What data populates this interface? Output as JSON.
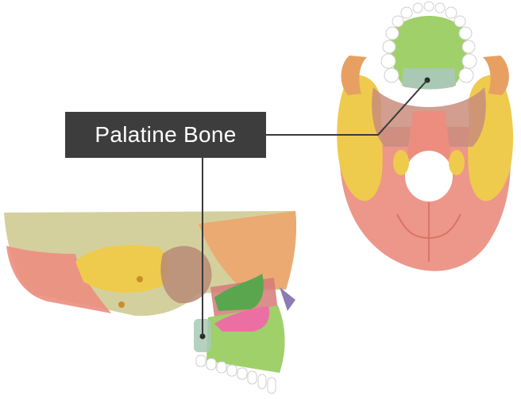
{
  "figure": {
    "callout": {
      "text": "Palatine Bone"
    },
    "views": [
      {
        "name": "inferior-view-skull",
        "icon": "skull-base-illustration"
      },
      {
        "name": "sagittal-view-skull",
        "icon": "skull-midsagittal-illustration"
      }
    ],
    "colors": {
      "maxilla": "#9fd06a",
      "palatine_highlight": "#a9c9b4",
      "sphenoid": "#eecb4c",
      "occipital": "#ec8d80",
      "temporal": "#f0c85a",
      "vomer": "#d57a78",
      "inferior_concha": "#ec6fa4",
      "teeth": "#ffffff",
      "label_bg": "#3d3d3d",
      "leader_line": "#3a3a3a"
    }
  }
}
